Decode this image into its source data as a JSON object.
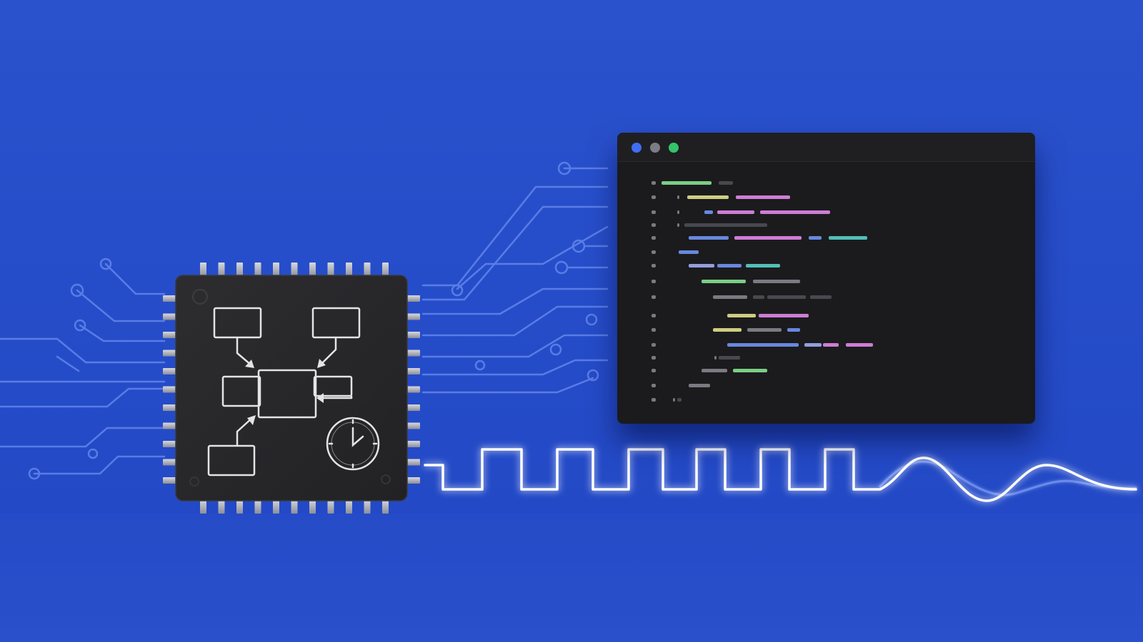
{
  "colors": {
    "background_top": "#2b52cc",
    "background_bottom": "#2148c4",
    "trace": "#6f8ff0",
    "signal": "#ffffff",
    "signal_glow": "#7aa6ff",
    "chip_body": "#27272a",
    "chip_icon_stroke": "#e6e6e6",
    "window_body": "#1b1b1d",
    "dot_blue": "#3f6ef5",
    "dot_gray": "#7c7c86",
    "dot_green": "#35c46b"
  },
  "icons": {
    "chip": "microchip-icon",
    "flowchart": "flowchart-icon",
    "clock": "clock-icon",
    "waveform": "square-wave-icon"
  },
  "code_window": {
    "controls": [
      "window-dot-blue",
      "window-dot-gray",
      "window-dot-green"
    ],
    "line_count": 16
  }
}
